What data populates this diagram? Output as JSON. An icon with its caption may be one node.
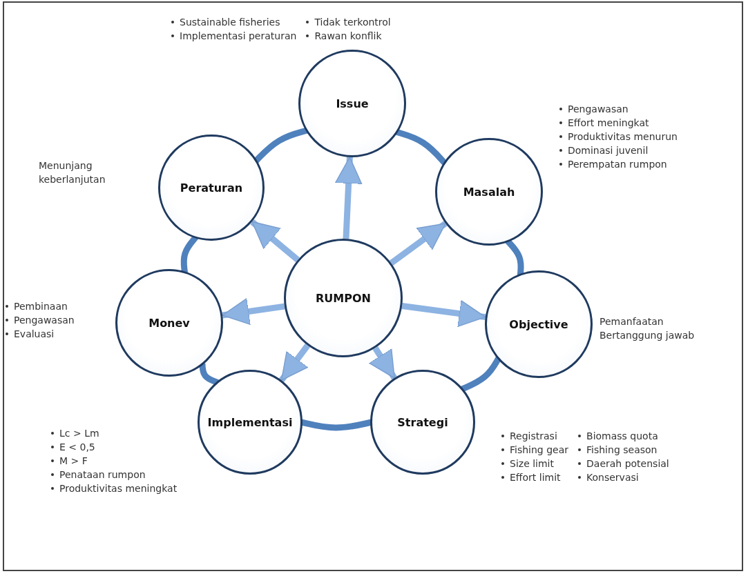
{
  "diagram": {
    "nodes": [
      {
        "text": [
          "RUMPON"
        ]
      },
      {
        "text": [
          "Issue"
        ],
        "beside": [
          "Sustainable fisheries",
          "Implementasi peraturan",
          "Tidak terkontrol",
          "Rawan konflik"
        ]
      },
      {
        "text": [
          "Masalah"
        ],
        "beside": [
          "Pengawasan",
          "Effort meningkat",
          "Produktivitas menurun",
          "Dominasi juvenil",
          "Perempatan rumpon"
        ]
      },
      {
        "text": [
          "Objective"
        ],
        "beside": [
          "Pemanfaatan Bertanggung jawab"
        ]
      },
      {
        "text": [
          "Strategi"
        ],
        "beside": [
          "Registrasi",
          "Fishing gear",
          "Size limit",
          "Effort limit",
          "Biomass quota",
          "Fishing season",
          "Daerah potensial",
          "Konservasi"
        ]
      },
      {
        "text": [
          "Implementasi"
        ],
        "beside": [
          "Lc > Lm",
          "E < 0,5",
          "M > F",
          "Penataan rumpon",
          "Produktivitas meningkat"
        ]
      },
      {
        "text": [
          "Monev"
        ],
        "beside": [
          "Pembinaan",
          "Pengawasan",
          "Evaluasi"
        ]
      },
      {
        "text": [
          "Peraturan"
        ]
      }
    ],
    "edges": [
      {
        "from": 0,
        "to": 1,
        "arrow": "to",
        "color": "#8db3e2"
      },
      {
        "from": 0,
        "to": 2,
        "arrow": "to",
        "color": "#8db3e2"
      },
      {
        "from": 0,
        "to": 3,
        "arrow": "to",
        "color": "#8db3e2"
      },
      {
        "from": 0,
        "to": 4,
        "arrow": "to",
        "color": "#8db3e2"
      },
      {
        "from": 0,
        "to": 5,
        "arrow": "to",
        "color": "#8db3e2"
      },
      {
        "from": 0,
        "to": 6,
        "arrow": "to",
        "color": "#8db3e2"
      },
      {
        "from": 0,
        "to": 7,
        "arrow": "to",
        "color": "#8db3e2"
      },
      {
        "from": 1,
        "to": 2,
        "arrow": "none",
        "color": "#4f81bd"
      },
      {
        "from": 2,
        "to": 3,
        "arrow": "none",
        "color": "#4f81bd"
      },
      {
        "from": 3,
        "to": 4,
        "arrow": "none",
        "color": "#4f81bd"
      },
      {
        "from": 4,
        "to": 5,
        "arrow": "none",
        "color": "#4f81bd"
      },
      {
        "from": 5,
        "to": 6,
        "arrow": "none",
        "color": "#4f81bd"
      },
      {
        "from": 6,
        "to": 7,
        "arrow": "none",
        "color": "#4f81bd"
      },
      {
        "from": 7,
        "to": 1,
        "arrow": "none",
        "color": "#4f81bd"
      }
    ],
    "labels": [
      "Menunjang keberlanjutan"
    ]
  }
}
